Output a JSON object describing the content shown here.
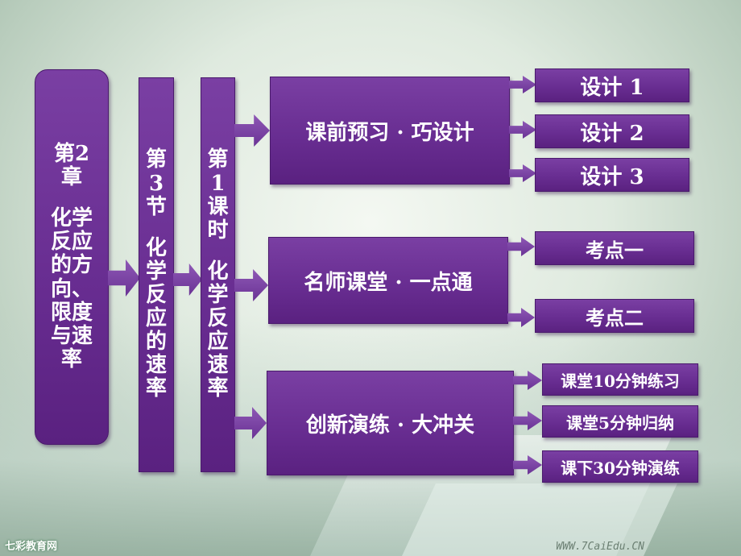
{
  "chapter": {
    "lines": [
      "第2",
      "章",
      "",
      "化学",
      "反应",
      "的方",
      "向、",
      "限度",
      "与速",
      "率"
    ]
  },
  "section": {
    "lines": [
      "第",
      "3",
      "节",
      "",
      "化",
      "学",
      "反",
      "应",
      "的",
      "速",
      "率"
    ]
  },
  "lesson": {
    "lines": [
      "第",
      "1",
      "课",
      "时",
      "",
      "化",
      "学",
      "反",
      "应",
      "速",
      "率"
    ]
  },
  "modules": [
    {
      "label": "课前预习 · 巧设计",
      "items": [
        "设计 1",
        "设计 2",
        "设计 3"
      ]
    },
    {
      "label": "名师课堂 · 一点通",
      "items": [
        "考点一",
        "考点二"
      ]
    },
    {
      "label": "创新演练 · 大冲关",
      "items": [
        "课堂10分钟练习",
        "课堂5分钟归纳",
        "课下30分钟演练"
      ]
    }
  ],
  "watermarks": {
    "left": "七彩教育网",
    "right": "WWW.7CaiEdu.CN"
  }
}
